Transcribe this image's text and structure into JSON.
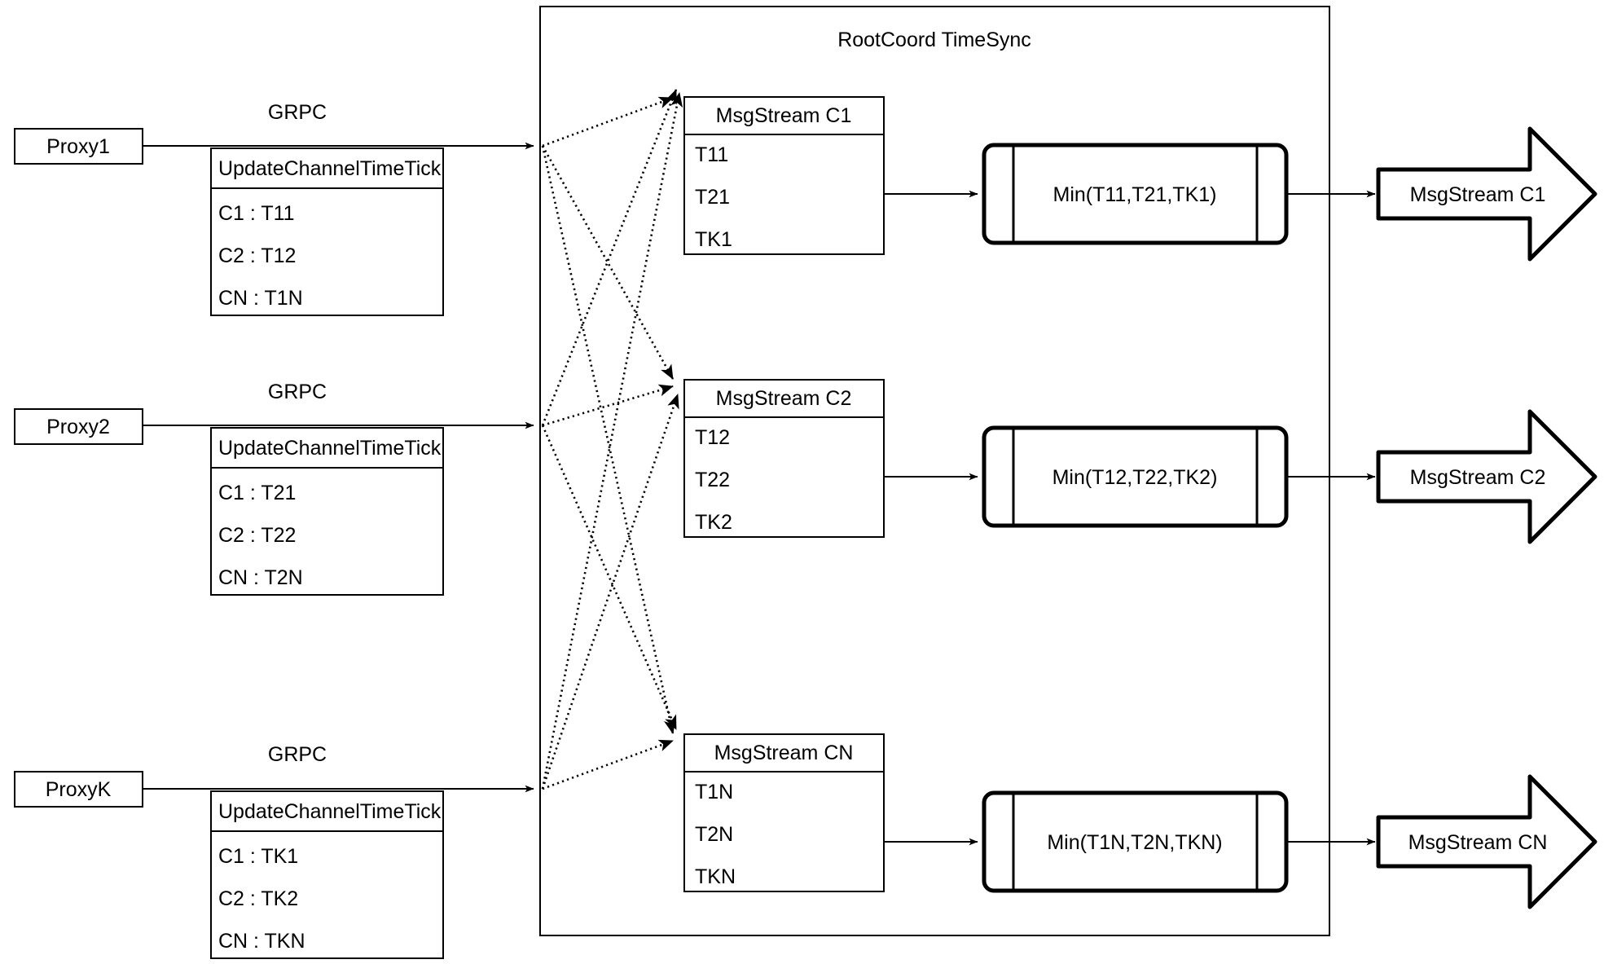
{
  "diagram": {
    "title": "RootCoord TimeSync",
    "proxies": [
      {
        "name": "Proxy1",
        "link_label": "GRPC",
        "request": {
          "header": "UpdateChannelTimeTick",
          "rows": [
            "C1 :  T11",
            "C2 :  T12",
            "CN : T1N"
          ]
        }
      },
      {
        "name": "Proxy2",
        "link_label": "GRPC",
        "request": {
          "header": "UpdateChannelTimeTick",
          "rows": [
            "C1 :  T21",
            "C2 :  T22",
            "CN : T2N"
          ]
        }
      },
      {
        "name": "ProxyK",
        "link_label": "GRPC",
        "request": {
          "header": "UpdateChannelTimeTick",
          "rows": [
            "C1 :  TK1",
            "C2 :  TK2",
            "CN : TKN"
          ]
        }
      }
    ],
    "channels": [
      {
        "stream": {
          "header": "MsgStream C1",
          "rows": [
            "T11",
            "T21",
            "TK1"
          ]
        },
        "process": "Min(T11,T21,TK1)",
        "output": "MsgStream C1"
      },
      {
        "stream": {
          "header": "MsgStream C2",
          "rows": [
            "T12",
            "T22",
            "TK2"
          ]
        },
        "process": "Min(T12,T22,TK2)",
        "output": "MsgStream C2"
      },
      {
        "stream": {
          "header": "MsgStream CN",
          "rows": [
            "T1N",
            "T2N",
            "TKN"
          ]
        },
        "process": "Min(T1N,T2N,TKN)",
        "output": "MsgStream CN"
      }
    ],
    "colors": {
      "stroke": "#000000",
      "fill": "#ffffff"
    }
  }
}
